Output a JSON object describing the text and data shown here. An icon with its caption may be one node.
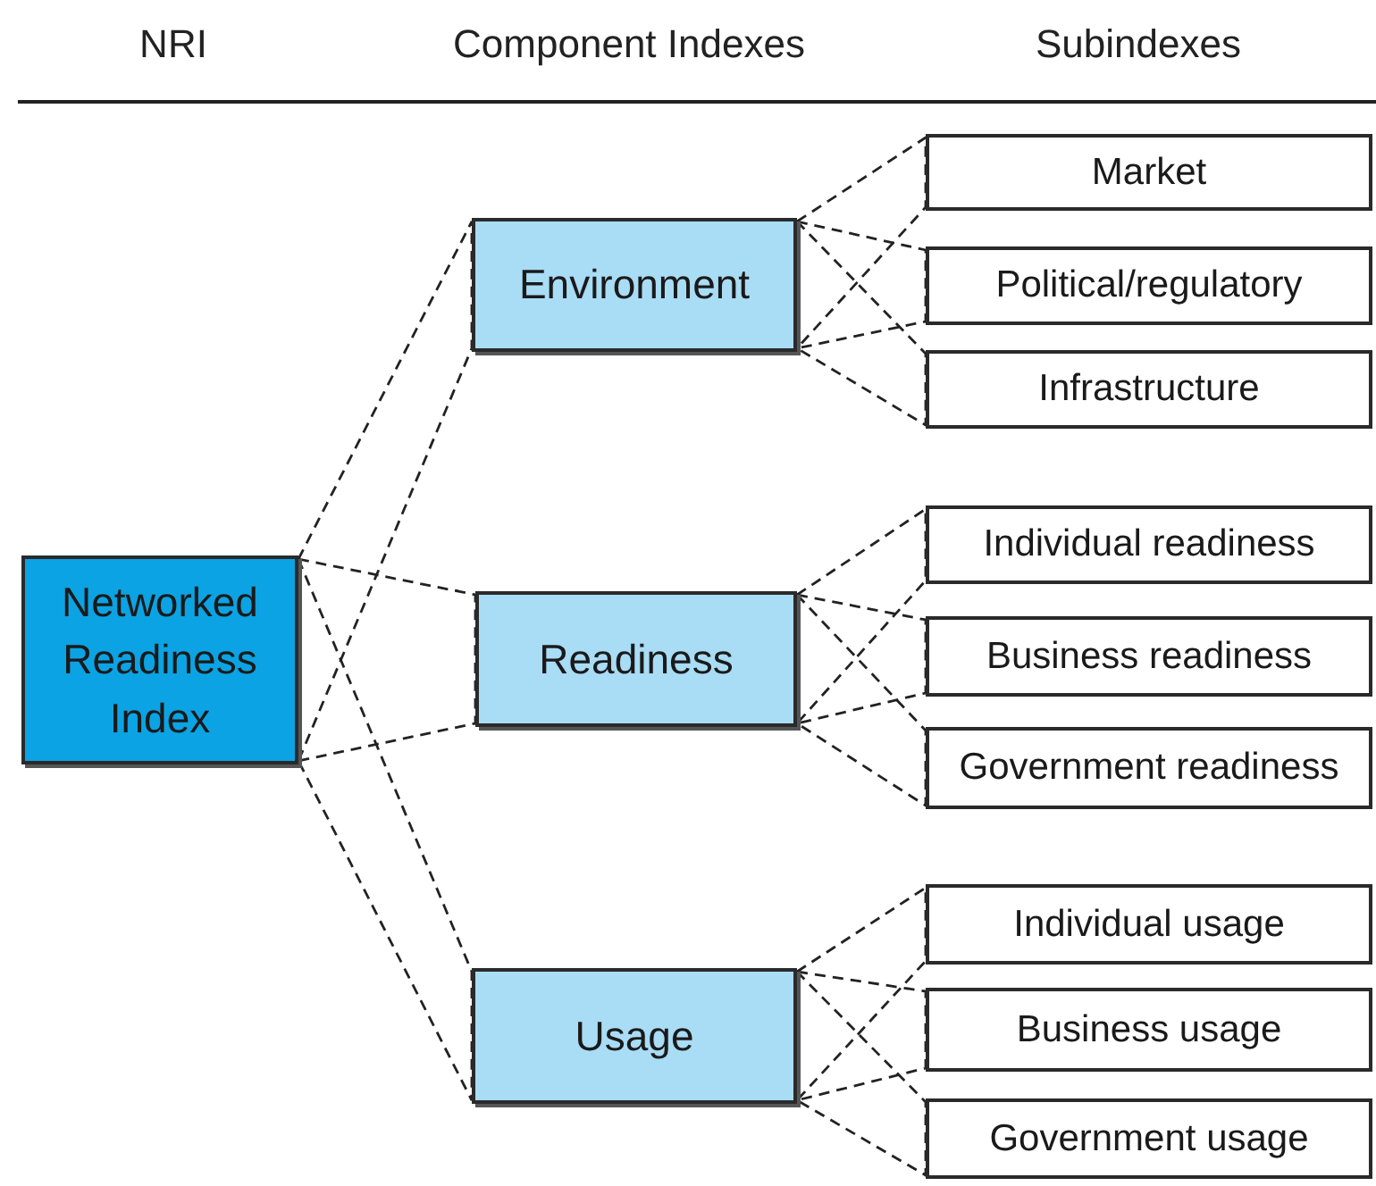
{
  "diagram": {
    "nodes": [
      {
        "text": [
          "Networked Readiness Index"
        ]
      },
      {
        "text": [
          "Environment"
        ]
      },
      {
        "text": [
          "Readiness"
        ]
      },
      {
        "text": [
          "Usage"
        ]
      },
      {
        "text": [
          "Market"
        ]
      },
      {
        "text": [
          "Political/regulatory"
        ]
      },
      {
        "text": [
          "Infrastructure"
        ]
      },
      {
        "text": [
          "Individual readiness"
        ]
      },
      {
        "text": [
          "Business readiness"
        ]
      },
      {
        "text": [
          "Government readiness"
        ]
      },
      {
        "text": [
          "Individual usage"
        ]
      },
      {
        "text": [
          "Business usage"
        ]
      },
      {
        "text": [
          "Government usage"
        ]
      }
    ],
    "edges": [
      {
        "from": 0,
        "to": 1,
        "arrow": "none",
        "style": "dashed"
      },
      {
        "from": 0,
        "to": 2,
        "arrow": "none",
        "style": "dashed"
      },
      {
        "from": 0,
        "to": 3,
        "arrow": "none",
        "style": "dashed"
      },
      {
        "from": 1,
        "to": 4,
        "arrow": "none",
        "style": "dashed"
      },
      {
        "from": 1,
        "to": 5,
        "arrow": "none",
        "style": "dashed"
      },
      {
        "from": 1,
        "to": 6,
        "arrow": "none",
        "style": "dashed"
      },
      {
        "from": 2,
        "to": 7,
        "arrow": "none",
        "style": "dashed"
      },
      {
        "from": 2,
        "to": 8,
        "arrow": "none",
        "style": "dashed"
      },
      {
        "from": 2,
        "to": 9,
        "arrow": "none",
        "style": "dashed"
      },
      {
        "from": 3,
        "to": 10,
        "arrow": "none",
        "style": "dashed"
      },
      {
        "from": 3,
        "to": 11,
        "arrow": "none",
        "style": "dashed"
      },
      {
        "from": 3,
        "to": 12,
        "arrow": "none",
        "style": "dashed"
      }
    ],
    "labels": [
      "NRI",
      "Component Indexes",
      "Subindexes"
    ]
  }
}
